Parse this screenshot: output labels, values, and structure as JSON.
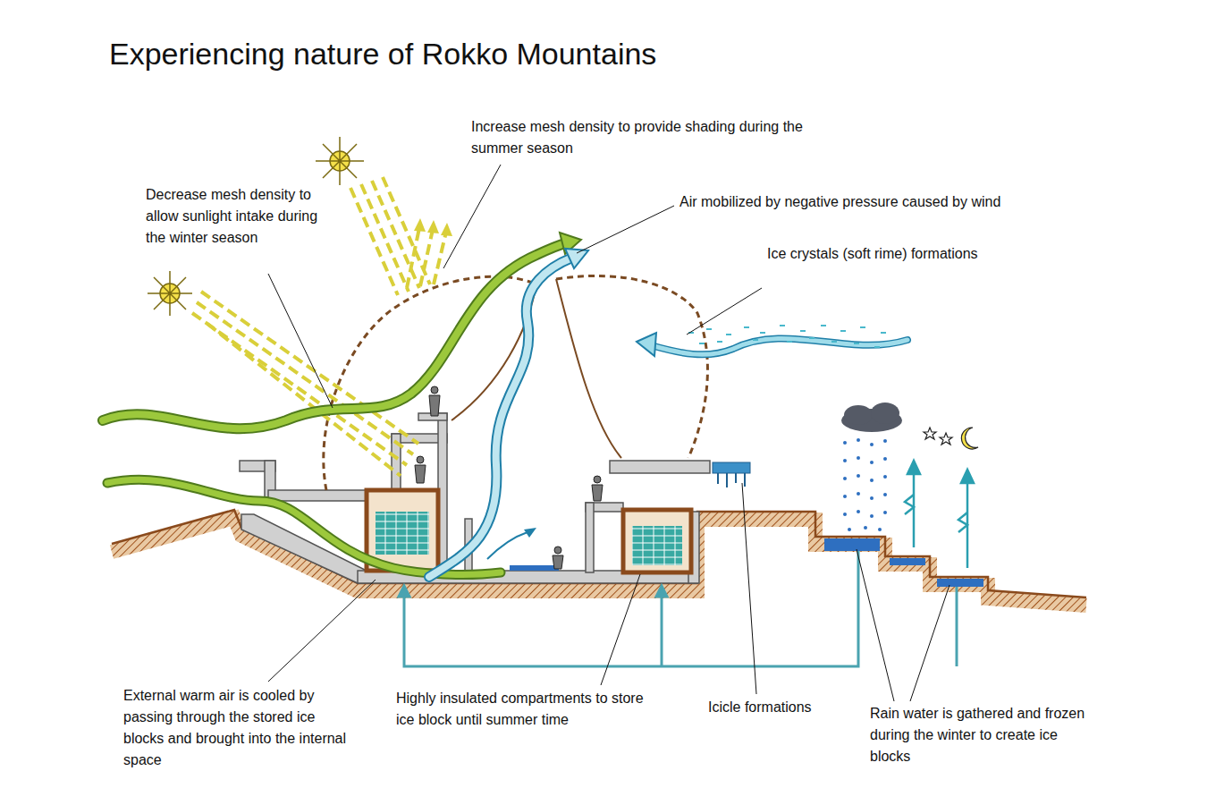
{
  "diagram": {
    "title": "Experiencing nature of Rokko Mountains",
    "labels": [
      "Increase mesh density to provide shading during the summer season",
      "Decrease mesh density to allow sunlight intake during the winter season",
      "Air mobilized by negative pressure caused by wind",
      "Ice crystals (soft rime) formations",
      "External warm air is cooled by passing through the stored ice blocks and brought into the internal space",
      "Highly insulated compartments to store ice block until summer time",
      "Icicle formations",
      "Rain water is gathered and frozen during the winter to create ice blocks"
    ]
  }
}
